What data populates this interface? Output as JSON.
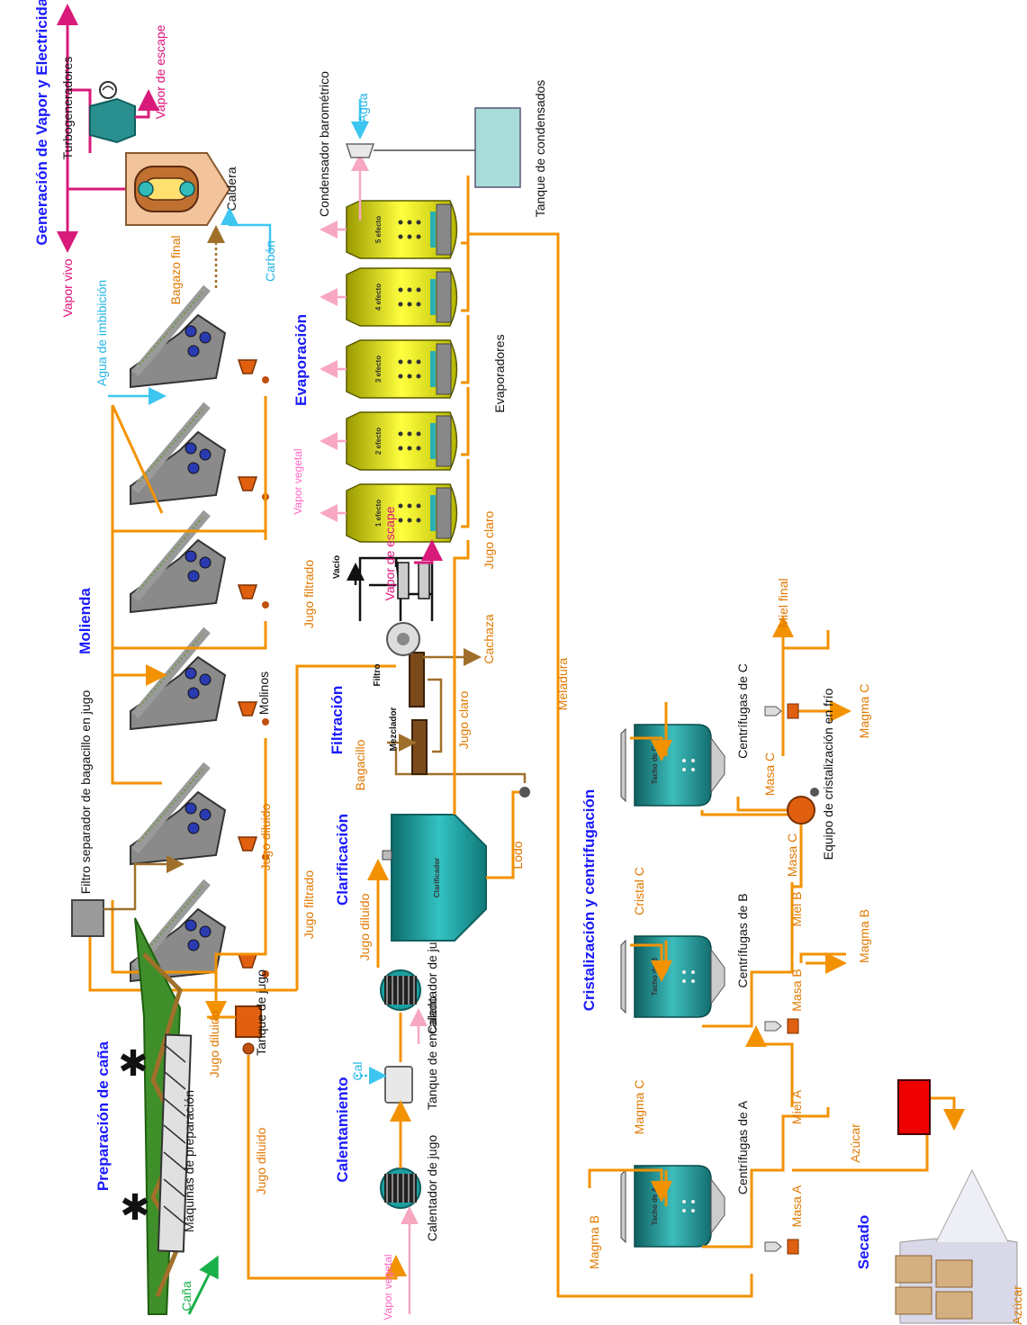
{
  "sections": {
    "generacion": "Generación de Vapor y Electricidad",
    "molienda": "Molienda",
    "preparacion": "Preparación de caña",
    "evaporacion": "Evaporación",
    "filtracion": "Filtración",
    "clarificacion": "Clarificación",
    "calentamiento": "Calentamiento",
    "cristalizacion": "Cristalización y centrifugación",
    "secado": "Secado"
  },
  "labels": {
    "turbogeneradores": "Turbogeneradores",
    "vapor_escape": "Vapor de escape",
    "caldera": "Caldera",
    "vapor_vivo": "Vapor vivo",
    "bagazo_final": "Bagazo final",
    "carbon": "Carbón",
    "agua_imbibicion": "Agua de imbibición",
    "condensador": "Condensador barométrico",
    "agua": "Agua",
    "tanque_condensados": "Tanque de condensados",
    "evaporadores": "Evaporadores",
    "vapor_vegetal": "Vapor vegetal",
    "vapor_escape_2": "Vapor de escape",
    "vacio": "Vacío",
    "jugo_filtrado_1": "Jugo filtrado",
    "jugo_claro_1": "Jugo claro",
    "cachaza": "Cachaza",
    "filtro": "Filtro",
    "mezclador": "Mezclador",
    "molinos": "Molinos",
    "bagacillo": "Bagacillo",
    "jugo_claro_2": "Jugo claro",
    "meladura": "Meladura",
    "filtro_separador": "Filtro separador de bagacillo en jugo",
    "jugo_diluido_1": "Jugo diluido",
    "jugo_filtrado_2": "Jugo filtrado",
    "clarificador": "Clarificador",
    "lodo": "Lodo",
    "jugo_diluido_2": "Jugo diluido",
    "calentador_1": "Calentador de jugo",
    "calentador_2": "Calentador de jugo",
    "tanque_jugo": "Tanque de jugo",
    "jugo_diluido_3": "Jugo diluido",
    "jugo_diluido_4": "Jugo diluido",
    "cal": "Cal",
    "tanque_encalado": "Tanque de encalado",
    "maquinas": "Máquinas de preparación",
    "cana": "Caña",
    "vapor_vegetal_2": "Vapor vegetal",
    "miel_final": "Miel final",
    "centrifugas_c": "Centrífugas de C",
    "magma_c": "Magma C",
    "masa_c_1": "Masa C",
    "masa_c_2": "Masa C",
    "equipo_cristalizacion": "Equipo de cristalización en frío",
    "cristal_c": "Cristal C",
    "tacho_c": "Tacho de C",
    "centrifugas_b": "Centrífugas de B",
    "miel_b": "Miel B",
    "masa_b": "Masa B",
    "magma_b": "Magma B",
    "magma_c_2": "Magma C",
    "tacho_b": "Tacho de B",
    "centrifugas_a": "Centrífugas de A",
    "miel_a": "Miel A",
    "masa_a": "Masa A",
    "azucar": "Azúcar",
    "azucar_2": "Azúcar",
    "magma_b_2": "Magma B",
    "tacho_a": "Tacho de A"
  },
  "evaporator_tags": [
    "1 efecto",
    "2 efecto",
    "3 efecto",
    "4 efecto",
    "5 efecto"
  ],
  "colors": {
    "section": "#1a1aff",
    "juice_pipe": "#f39200",
    "vapor_pipe": "#f7a8c0",
    "water_pipe": "#3cc6f0",
    "steam_pipe": "#d81b7a",
    "evaporator": "#e8e800",
    "tacho": "#1d8f8f",
    "mill": "#7a7a7a"
  }
}
